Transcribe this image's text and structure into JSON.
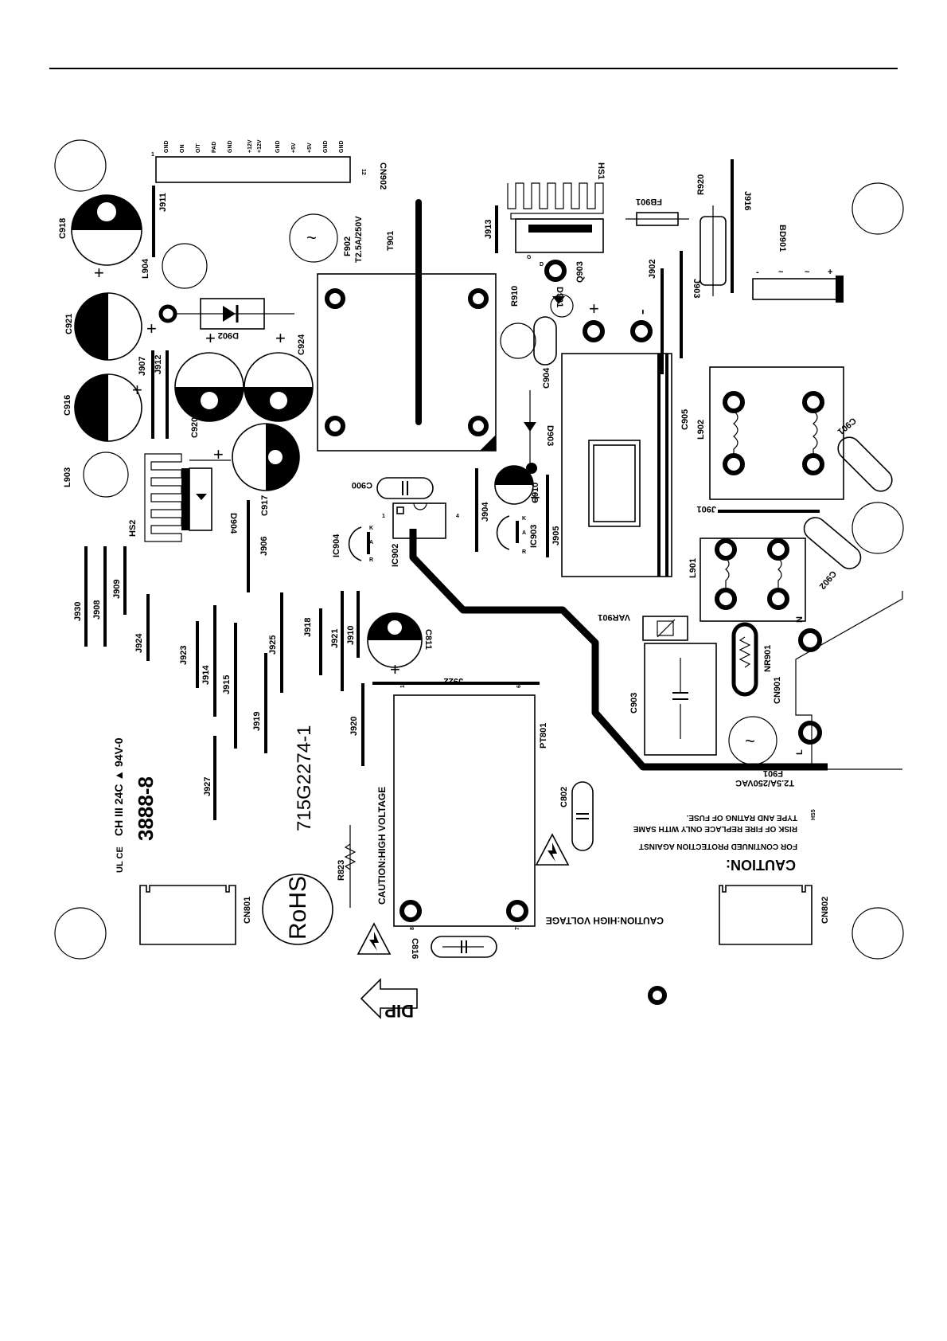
{
  "board": {
    "part_number": "715G2274-1",
    "rohs": "RoHS",
    "marking_code": "3888-8",
    "cert_mark": "UL CE",
    "cert_text": "CH III 24C ▲ 94V-0",
    "dip": "DIP"
  },
  "warnings": {
    "caution_hv_1": "CAUTION:HIGH VOLTAGE",
    "caution_hv_2": "CAUTION:HIGH VOLTAGE",
    "caution_title": "CAUTION:",
    "fuse_line1": "FOR CONTINUED PROTECTION AGAINST",
    "fuse_line2": "RISK OF FIRE REPLACE ONLY WITH SAME",
    "fuse_line3": "TYPE AND RATING OF FUSE."
  },
  "fuses": {
    "f902_name": "F902",
    "f902_rating": "T2.5A/250V",
    "f901_name": "F901",
    "f901_rating": "T2.5A/250VAC"
  },
  "connector_cn902": {
    "name": "CN902",
    "pin_first": "1",
    "pin_last": "12",
    "pins": [
      "GND",
      "ON",
      "O/T",
      "PAD",
      "GND",
      "+12V",
      "+12V",
      "GND",
      "+5V",
      "+5V",
      "GND",
      "GND"
    ]
  },
  "polarity": {
    "plus": "+",
    "minus": "-",
    "tilde": "~"
  },
  "pins": {
    "neutral": "N",
    "line": "L",
    "k": "K",
    "a": "A",
    "r": "R",
    "p1": "1",
    "p4": "4",
    "p6": "6",
    "p7": "7",
    "p8": "8"
  },
  "components": {
    "c918": "C918",
    "c921": "C921",
    "c916": "C916",
    "c920": "C920",
    "c924": "C924",
    "c917": "C917",
    "c904": "C904",
    "c905": "C905",
    "c910": "C910",
    "c900": "C900",
    "c901": "C901",
    "c902": "C902",
    "c903": "C903",
    "c811": "C811",
    "c802": "C802",
    "c816": "C816",
    "l904": "L904",
    "l903": "L903",
    "l902": "L902",
    "l901": "L901",
    "j911": "J911",
    "j907": "J907",
    "j912": "J912",
    "j913": "J913",
    "j902": "J902",
    "j903": "J903",
    "j916": "J916",
    "j904": "J904",
    "j905": "J905",
    "j906": "J906",
    "j930": "J930",
    "j908": "J908",
    "j909": "J909",
    "j924": "J924",
    "j923": "J923",
    "j914": "J914",
    "j915": "J915",
    "j919": "J919",
    "j925": "J925",
    "j918": "J918",
    "j921": "J921",
    "j910": "J910",
    "j920": "J920",
    "j927": "J927",
    "j922": "J922",
    "j901": "J901",
    "t901": "T901",
    "pt801": "PT801",
    "hs1": "HS1",
    "hs2": "HS2",
    "hs5": "HS5",
    "fb901": "FB901",
    "r920": "R920",
    "r910": "R910",
    "r823": "R823",
    "bd901": "BD901",
    "q903": "Q903",
    "d901": "D901",
    "d902": "D902",
    "d903": "D903",
    "d904": "D904",
    "ic902": "IC902",
    "ic903": "IC903",
    "ic904": "IC904",
    "var901": "VAR901",
    "nr901": "NR901",
    "cn901": "CN901",
    "cn801": "CN801",
    "cn802": "CN802",
    "q_g": "G",
    "q_d": "D"
  }
}
